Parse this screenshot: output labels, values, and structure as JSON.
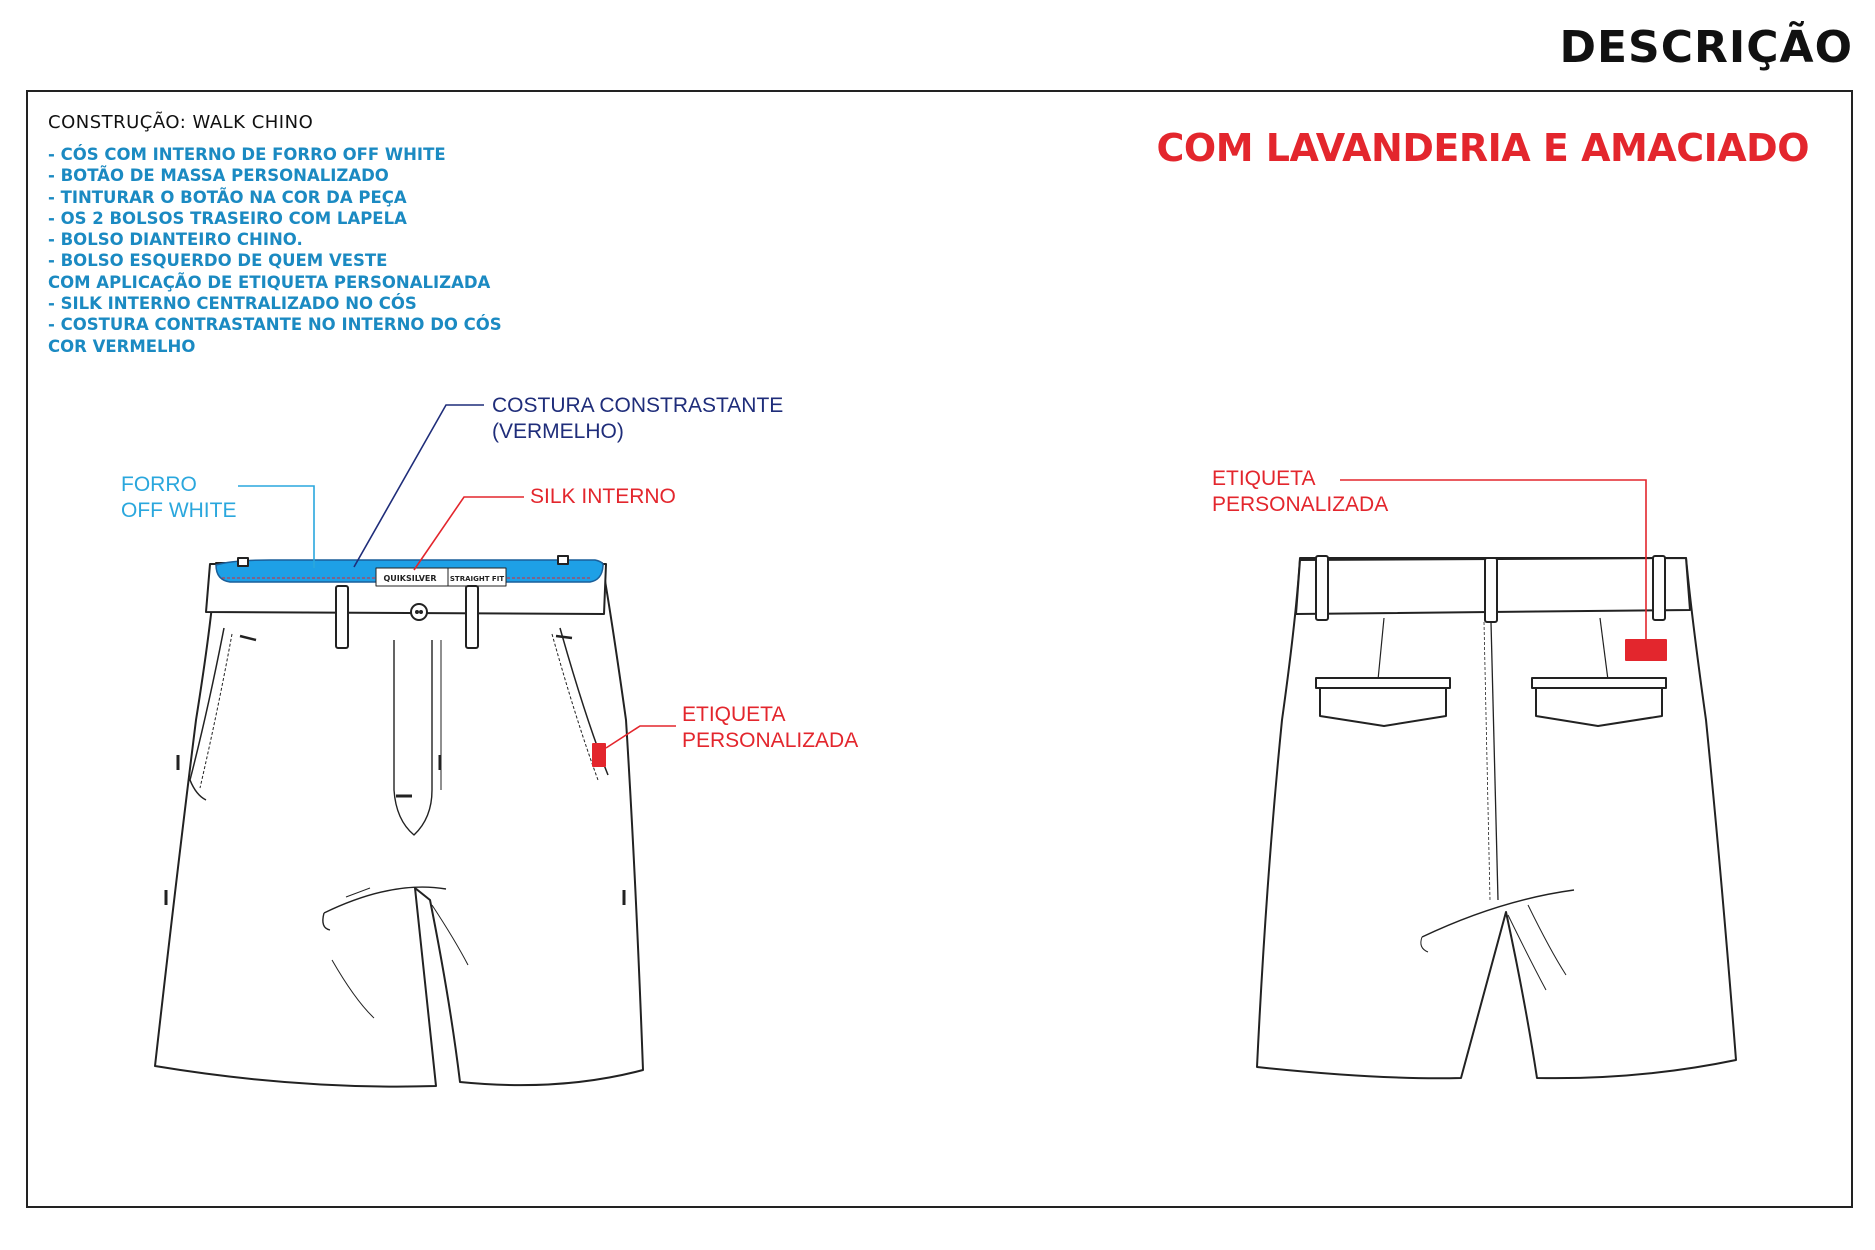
{
  "header": {
    "title": "DESCRIÇÃO"
  },
  "construction": {
    "title": "CONSTRUÇÃO: WALK CHINO",
    "items": [
      "- CÓS COM INTERNO DE FORRO OFF WHITE",
      "- BOTÃO DE MASSA PERSONALIZADO",
      "- TINTURAR O BOTÃO NA COR DA PEÇA",
      "- OS 2 BOLSOS TRASEIRO COM LAPELA",
      "- BOLSO DIANTEIRO CHINO.",
      "- BOLSO ESQUERDO DE QUEM VESTE",
      "COM APLICAÇÃO DE ETIQUETA PERSONALIZADA",
      "- SILK INTERNO CENTRALIZADO NO CÓS",
      "- COSTURA CONTRASTANTE NO INTERNO DO CÓS",
      "COR VERMELHO"
    ]
  },
  "wash_note": "COM LAVANDERIA E AMACIADO",
  "callouts": {
    "forro": "FORRO\nOFF WHITE",
    "costura": "COSTURA CONSTRASTANTE\n(VERMELHO)",
    "silk": "SILK INTERNO",
    "etiqueta_front": "ETIQUETA\nPERSONALIZADA",
    "etiqueta_back": "ETIQUETA\nPERSONALIZADA"
  },
  "waistband_label": {
    "brand": "QUIKSILVER",
    "fit": "STRAIGHT FIT"
  },
  "colors": {
    "forro": "#2aa7dd",
    "costura": "#1f2d7a",
    "red": "#e3262d",
    "spec_text": "#1b8ac2",
    "lining_fill": "#1ea0e6"
  }
}
